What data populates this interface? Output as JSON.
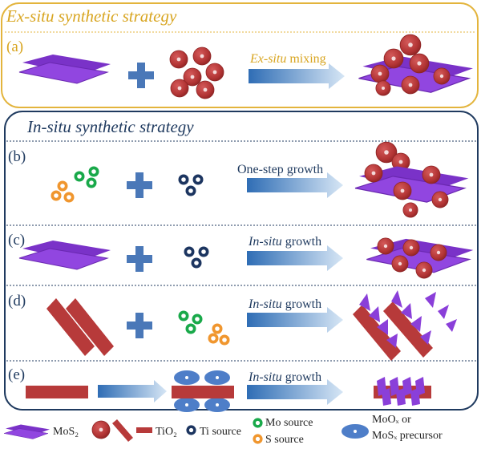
{
  "exsitu": {
    "title": "Ex-situ synthetic strategy",
    "panel_label": "(a)",
    "arrow_italic": "Ex-situ",
    "arrow_text": " mixing"
  },
  "insitu": {
    "title": "In-situ synthetic strategy",
    "panels": [
      {
        "label": "(b)",
        "arrow_italic": "",
        "arrow_text": "One-step growth"
      },
      {
        "label": "(c)",
        "arrow_italic": "In-situ",
        "arrow_text": " growth"
      },
      {
        "label": "(d)",
        "arrow_italic": "In-situ",
        "arrow_text": " growth"
      },
      {
        "label": "(e)",
        "arrow_italic": "In-situ",
        "arrow_text": " growth"
      }
    ]
  },
  "legend": {
    "mos2": "MoS₂",
    "tio2": "TiO₂",
    "ti_source": "Ti source",
    "mo_source": "Mo source",
    "s_source": "S source",
    "precursor_line1": "MoOₓ or",
    "precursor_line2": "MoSₓ precursor"
  },
  "colors": {
    "exsitu_accent": "#D8A520",
    "insitu_accent": "#1F3A5F",
    "mos2_purple": "#8A3FD9",
    "tio2_red": "#B73A3A",
    "plus_blue": "#4A78B8",
    "mo_green": "#19A94A",
    "s_orange": "#F0962E",
    "ti_navy": "#1C3560",
    "precursor_blue": "#4E7EC8"
  }
}
